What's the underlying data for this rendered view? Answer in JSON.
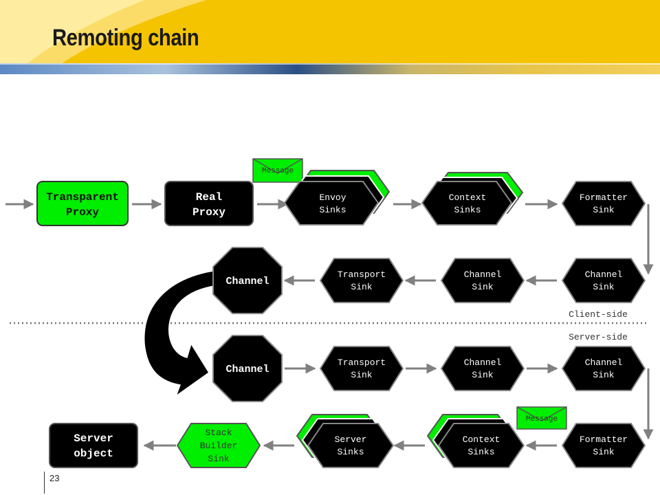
{
  "slide": {
    "title": "Remoting chain",
    "page_number": "23"
  },
  "colors": {
    "green": "#00ee00",
    "black": "#000000",
    "banner_yellow": "#f5c400",
    "banner_blue": "#2e5f9e",
    "arrow_grey": "#808080"
  },
  "diagram": {
    "transparent_proxy": [
      "Transparent",
      "Proxy"
    ],
    "real_proxy": [
      "Real",
      "Proxy"
    ],
    "message_top": "Message",
    "envoy_sinks": [
      "Envoy",
      "Sinks"
    ],
    "context_sinks_client": [
      "Context",
      "Sinks"
    ],
    "formatter_sink_client": [
      "Formatter",
      "Sink"
    ],
    "channel_sink_client_right": [
      "Channel",
      "Sink"
    ],
    "channel_sink_client_mid": [
      "Channel",
      "Sink"
    ],
    "transport_sink_client": [
      "Transport",
      "Sink"
    ],
    "channel_client": "Channel",
    "client_side_label": "Client-side",
    "server_side_label": "Server-side",
    "channel_server": "Channel",
    "transport_sink_server": [
      "Transport",
      "Sink"
    ],
    "channel_sink_server_mid": [
      "Channel",
      "Sink"
    ],
    "channel_sink_server_right": [
      "Channel",
      "Sink"
    ],
    "message_bottom": "Message",
    "formatter_sink_server": [
      "Formatter",
      "Sink"
    ],
    "context_sinks_server": [
      "Context",
      "Sinks"
    ],
    "server_sinks": [
      "Server",
      "Sinks"
    ],
    "stack_builder_sink": [
      "Stack",
      "Builder",
      "Sink"
    ],
    "server_object": [
      "Server",
      "object"
    ]
  }
}
